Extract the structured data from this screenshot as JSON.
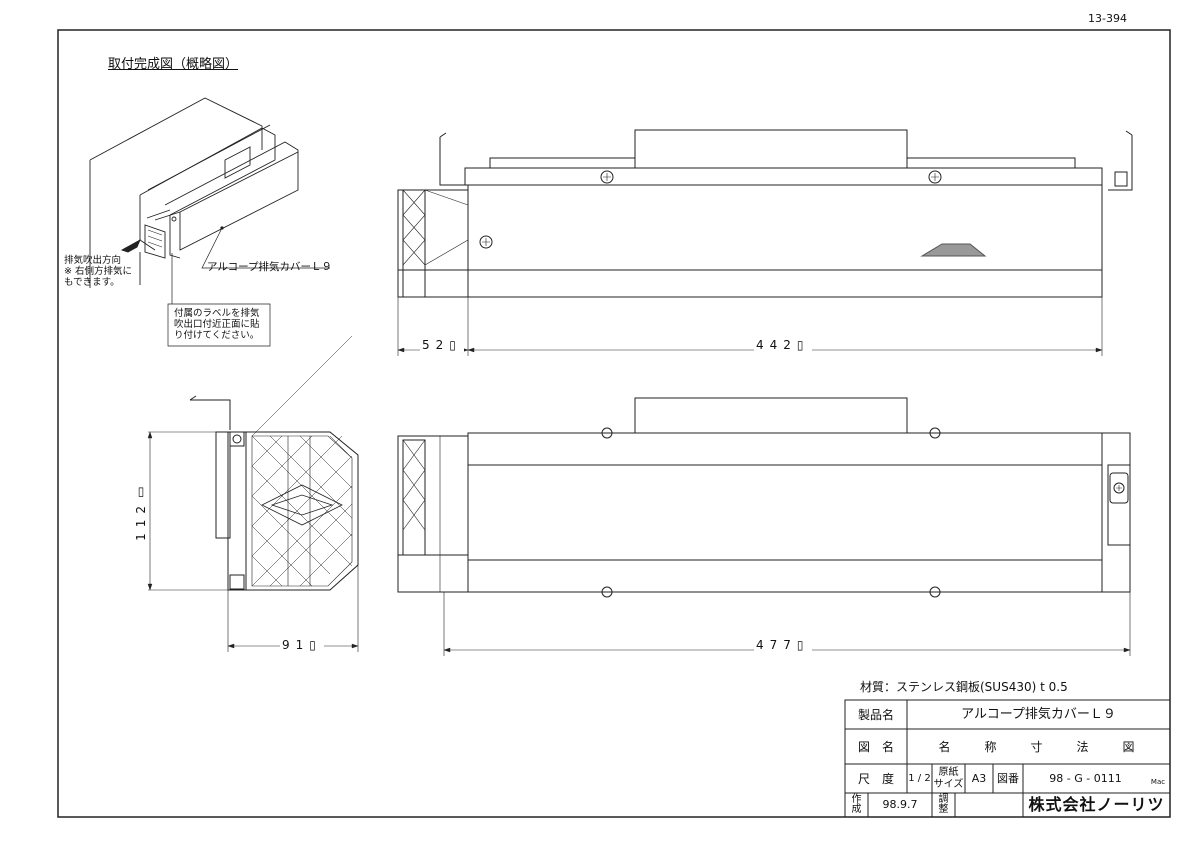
{
  "drawing_number": "13-394",
  "installation_title": "取付完成図（概略図）",
  "notes": {
    "exhaust_direction": "排気吹出方向\n※ 右側方排気に\n  もできます。",
    "product_callout": "アルコープ排気カバーＬ９",
    "label_note": "付属のラベルを排気\n吹出口付近正面に貼\nり付けてください。"
  },
  "dimensions": {
    "top_left": "52",
    "top_main": "442",
    "height": "112",
    "side_width": "91",
    "bottom_main": "477",
    "unit_glyph": "▯"
  },
  "material": "材質：ステンレス鋼板(SUS430) t 0.5",
  "title_block": {
    "product_name_label": "製品名",
    "product_name_value": "アルコープ排気カバーＬ９",
    "drawing_name_label": "図　名",
    "drawing_name_value": "名称寸法図",
    "scale_label": "尺　度",
    "scale_value": "1 / 2",
    "paper_size_label": "原紙\nサイズ",
    "paper_size_value": "A3",
    "drawing_no_label": "図番",
    "drawing_no_value": "98 - G - 0111",
    "drawing_no_suffix": "Mac",
    "created_label": "作\n成",
    "created_value": "98.9.7",
    "adjusted_label": "調\n整",
    "company": "株式会社ノーリツ"
  }
}
